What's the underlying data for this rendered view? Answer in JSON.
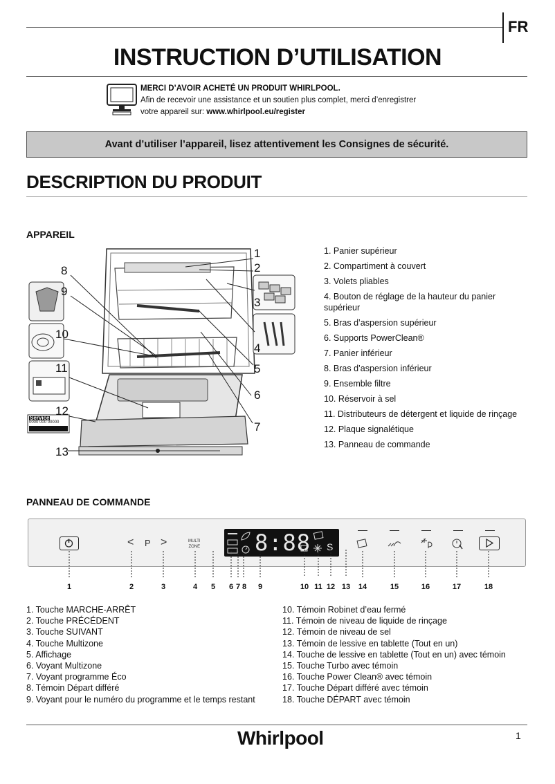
{
  "header": {
    "lang": "FR",
    "title": "INSTRUCTION D’UTILISATION"
  },
  "thanks": {
    "line1": "MERCI D’AVOIR ACHETÉ UN PRODUIT WHIRLPOOL.",
    "line2": "Afin de recevoir une assistance et un soutien plus complet, merci d’enregistrer",
    "line3_prefix": "votre appareil sur: ",
    "line3_url": "www.whirlpool.eu/register"
  },
  "warning": "Avant d’utiliser l’appareil, lisez attentivement les Consignes de sécurité.",
  "section_title": "DESCRIPTION DU PRODUIT",
  "appareil": {
    "heading": "APPAREIL",
    "callouts": [
      "1",
      "2",
      "3",
      "4",
      "5",
      "6",
      "7",
      "8",
      "9",
      "10",
      "11",
      "12",
      "13"
    ],
    "service_label": "Service:",
    "service_code": "0000 000 00000",
    "items": [
      "1.  Panier supérieur",
      "2.  Compartiment à couvert",
      "3.  Volets pliables",
      "4.  Bouton de réglage de la hauteur du panier",
      "supérieur",
      "5.  Bras d’aspersion supérieur",
      "6.  Supports PowerClean®",
      "7.  Panier inférieur",
      "8.  Bras d’aspersion inférieur",
      "9.  Ensemble filtre",
      "10.  Réservoir à sel",
      "11.  Distributeurs de détergent et liquide de rinçage",
      "12.  Plaque signalétique",
      "13.  Panneau de commande"
    ]
  },
  "panel": {
    "heading": "PANNEAU DE COMMANDE",
    "prev_glyph": "<",
    "p_glyph": "P",
    "next_glyph": ">",
    "multi_line1": "MULTI",
    "multi_line2": "ZONE",
    "display_digits": "8:88",
    "salt_glyph": "S",
    "numbers": [
      "1",
      "2",
      "3",
      "4",
      "5",
      "6",
      "7",
      "8",
      "9",
      "10",
      "11",
      "12",
      "13",
      "14",
      "15",
      "16",
      "17",
      "18"
    ],
    "left_items": [
      "1.  Touche MARCHE-ARRÊT",
      "2.  Touche PRÉCÉDENT",
      "3.  Touche SUIVANT",
      "4.  Touche Multizone",
      "5.  Affichage",
      "6.  Voyant Multizone",
      "7.  Voyant programme Éco",
      "8.  Témoin Départ différé",
      "9.  Voyant pour le numéro du programme et le temps restant"
    ],
    "right_items": [
      "10.  Témoin Robinet d’eau fermé",
      "11.  Témoin de niveau de liquide de rinçage",
      "12.  Témoin de niveau de sel",
      "13.  Témoin de lessive en tablette (Tout en un)",
      "14.  Touche de lessive en tablette (Tout en un) avec témoin",
      "15.  Touche Turbo avec témoin",
      "16.  Touche Power Clean®  avec témoin",
      "17.  Touche Départ différé avec témoin",
      "18.  Touche DÉPART avec témoin"
    ]
  },
  "footer": {
    "logo": "Whirlpool",
    "page": "1"
  }
}
